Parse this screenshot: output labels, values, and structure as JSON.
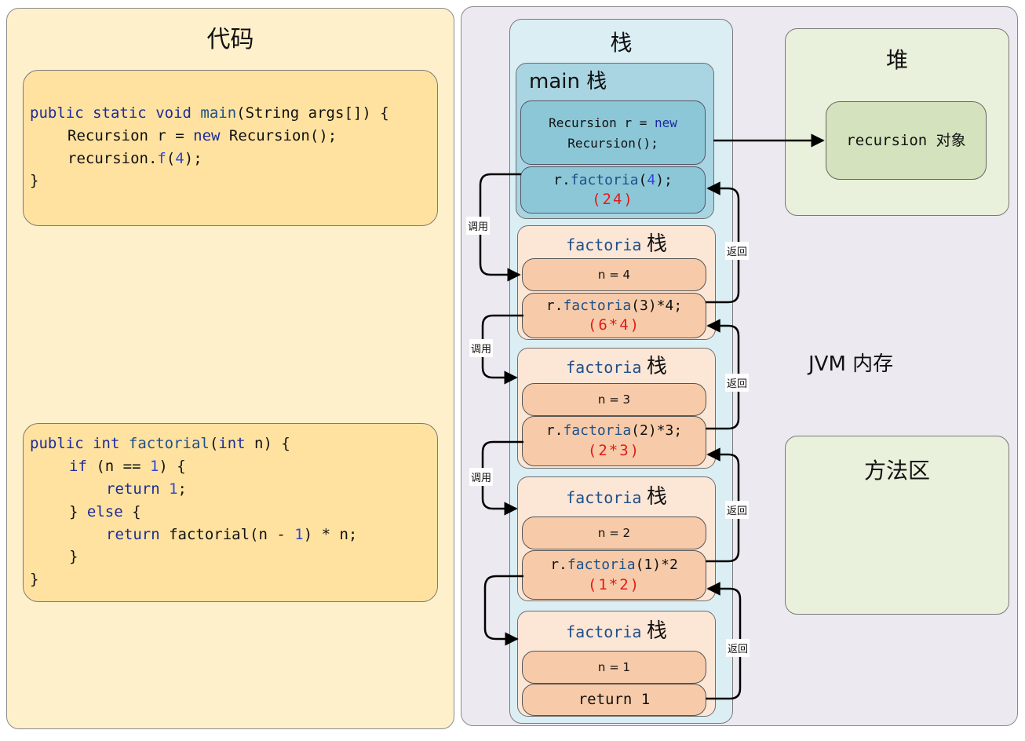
{
  "code": {
    "title": "代码",
    "main_method": {
      "l1_kw1": "public",
      "l1_kw2": "static",
      "l1_kw3": "void",
      "l1_fn": "main",
      "l1_rest": "(String args[]) {",
      "l2_a": "Recursion r = ",
      "l2_kw": "new",
      "l2_b": " Recursion();",
      "l3_a": "recursion.",
      "l3_fn": "f",
      "l3_b": "(",
      "l3_num": "4",
      "l3_c": ");",
      "l4": "}"
    },
    "factorial_method": {
      "l1_kw1": "public",
      "l1_kw2": "int",
      "l1_fn": "factorial",
      "l1_b": "(",
      "l1_kw3": "int",
      "l1_c": " n) {",
      "l2_kw": "if",
      "l2_a": " (n == ",
      "l2_num": "1",
      "l2_b": ") {",
      "l3_kw": "return",
      "l3_num": "1",
      "l3_b": ";",
      "l4_a": "} ",
      "l4_kw": "else",
      "l4_b": " {",
      "l5_kw": "return",
      "l5_a": " factorial(n - ",
      "l5_num": "1",
      "l5_b": ") * n;",
      "l6": "}",
      "l7": "}"
    }
  },
  "jvm": {
    "label": "JVM 内存",
    "stack": {
      "title": "栈",
      "main_frame": {
        "title": "main 栈",
        "new_cell_a": "Recursion r = ",
        "new_cell_kw": "new",
        "new_cell_b": "Recursion();",
        "call_cell_a": "r.",
        "call_cell_fn": "factoria",
        "call_cell_b": "(",
        "call_cell_num": "4",
        "call_cell_c": ");",
        "result": "(24)"
      },
      "frames": [
        {
          "name": "factoria",
          "zh": "栈",
          "n_label": "n = 4",
          "call_a": "r.",
          "call_fn": "factoria",
          "call_b": "(3)*4;",
          "result": "(6*4)"
        },
        {
          "name": "factoria",
          "zh": "栈",
          "n_label": "n = 3",
          "call_a": "r.",
          "call_fn": "factoria",
          "call_b": "(2)*3;",
          "result": "(2*3)"
        },
        {
          "name": "factoria",
          "zh": "栈",
          "n_label": "n = 2",
          "call_a": "r.",
          "call_fn": "factoria",
          "call_b": "(1)*2",
          "result": "(1*2)"
        },
        {
          "name": "factoria",
          "zh": "栈",
          "n_label": "n = 1",
          "call_a": "return 1"
        }
      ]
    },
    "heap": {
      "title": "堆",
      "object": "recursion 对象"
    },
    "method_area": {
      "title": "方法区"
    },
    "arrow_labels": {
      "call": "调用",
      "return": "返回"
    }
  }
}
